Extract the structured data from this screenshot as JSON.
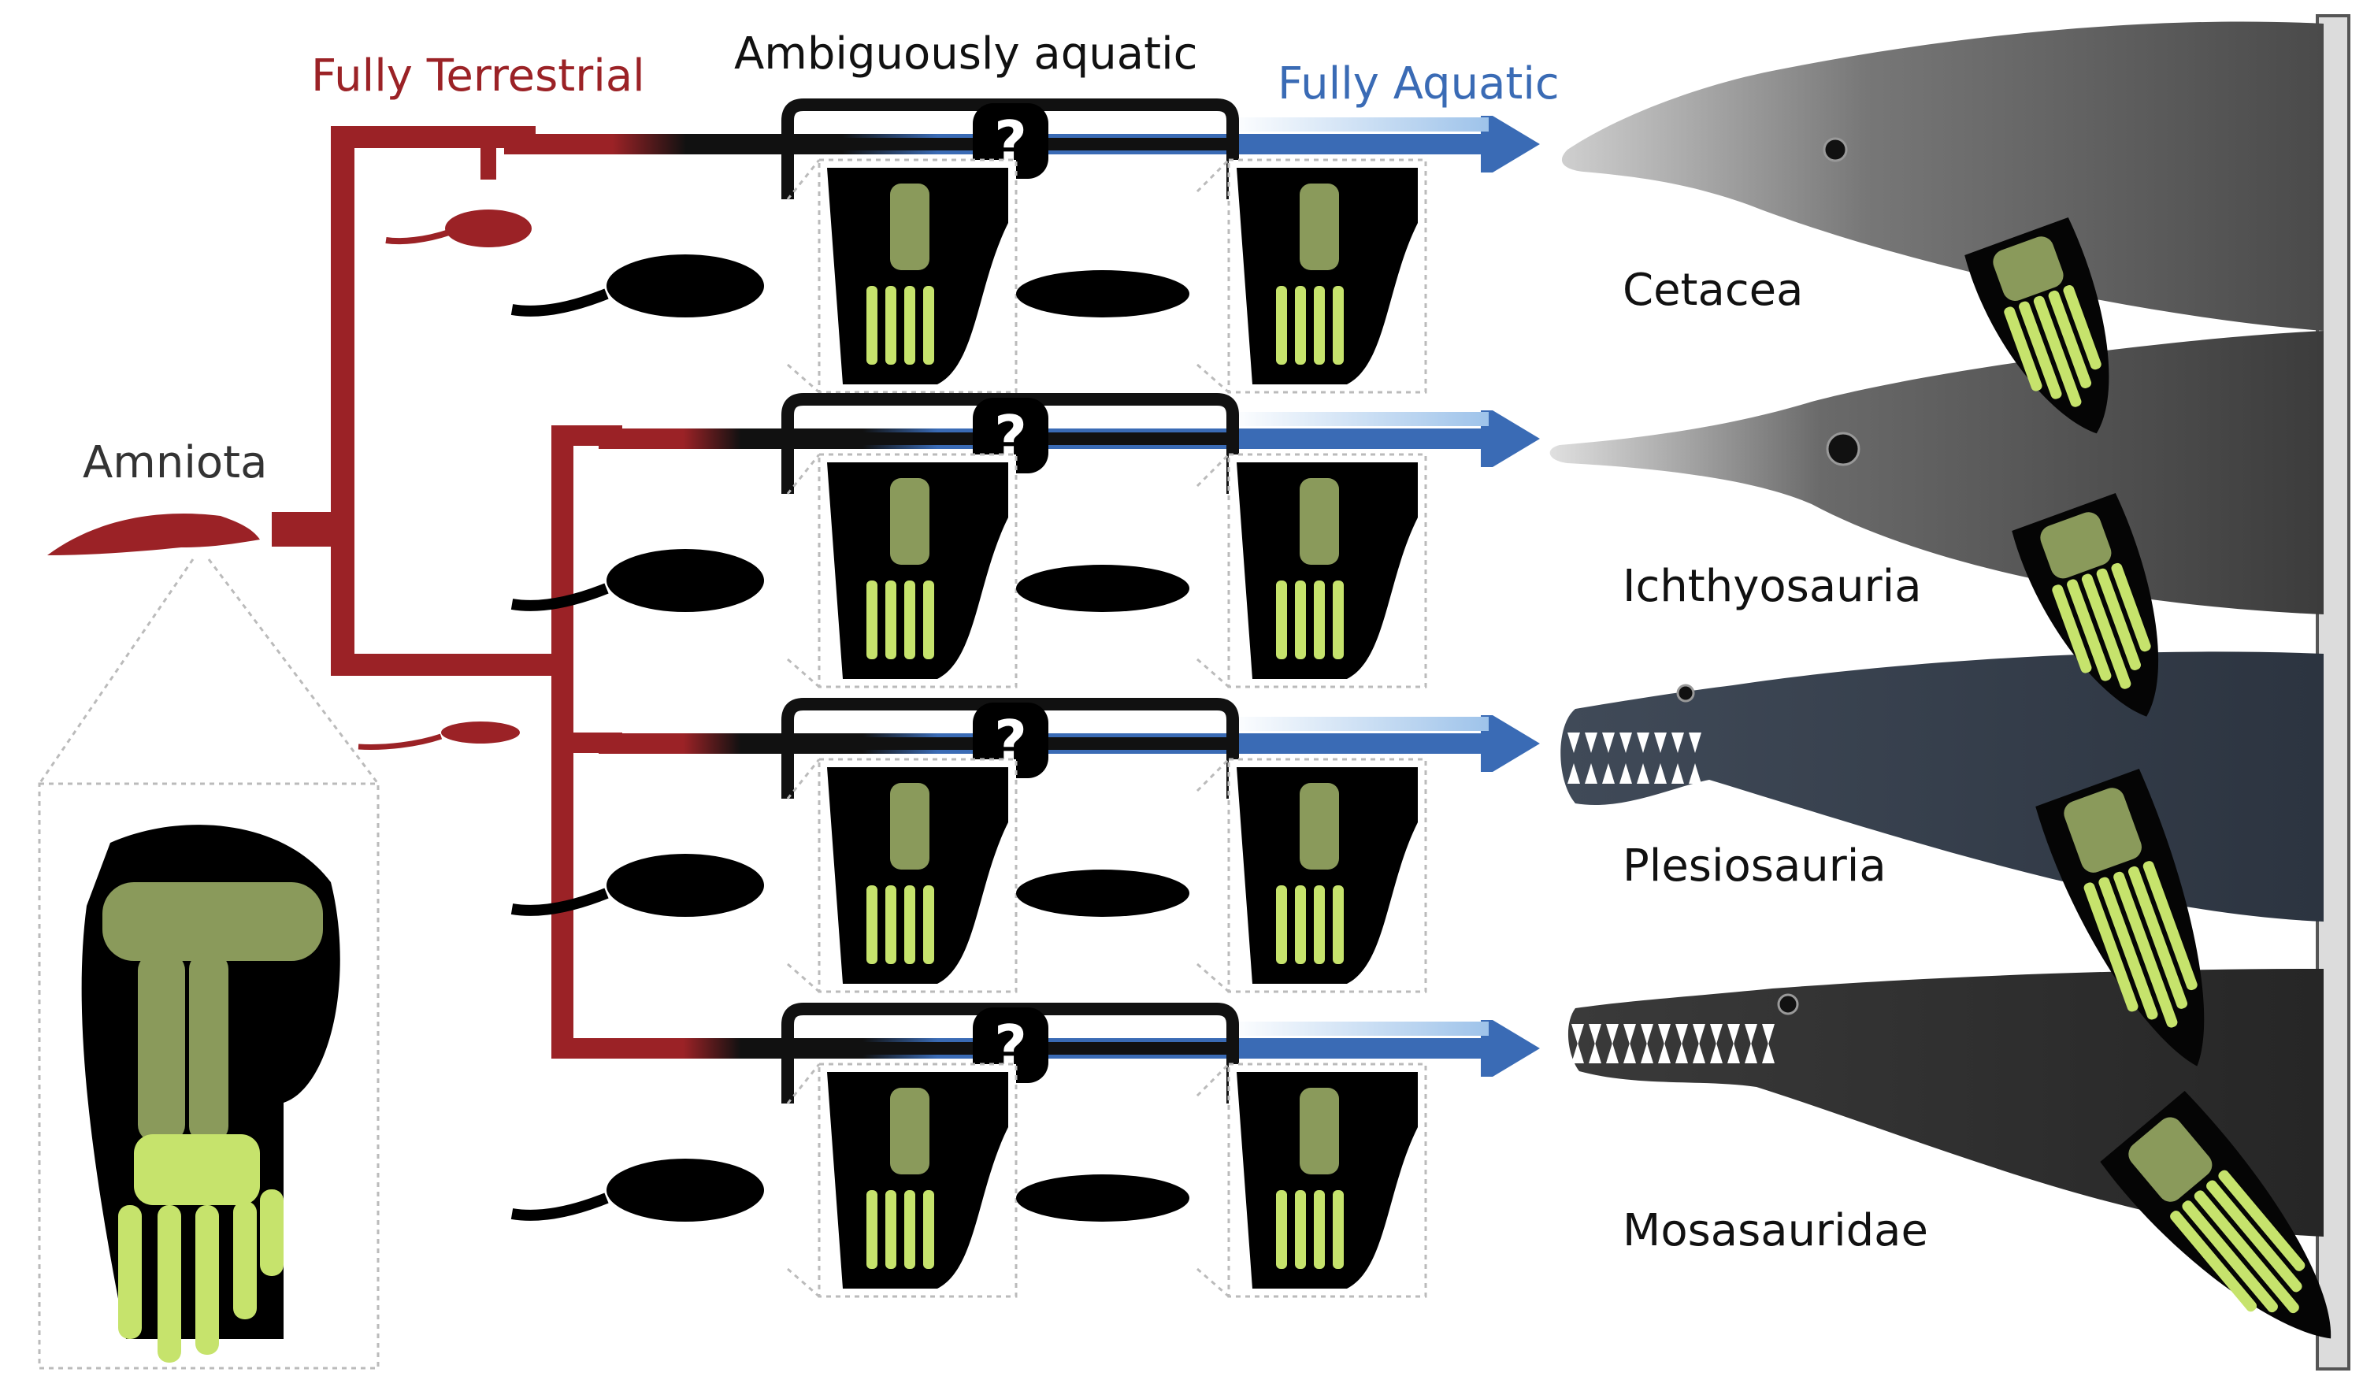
{
  "headers": {
    "terrestrial": "Fully Terrestrial",
    "ambiguous": "Ambiguously aquatic",
    "aquatic": "Fully Aquatic"
  },
  "root_label": "Amniota",
  "question_mark": "?",
  "clades": [
    {
      "name": "Cetacea"
    },
    {
      "name": "Ichthyosauria"
    },
    {
      "name": "Plesiosauria"
    },
    {
      "name": "Mosasauridae"
    }
  ],
  "colors": {
    "terrestrial": "#9b2226",
    "aquatic": "#3a6bb5",
    "bone_proximal": "#8a9a5b",
    "bone_distal": "#c6e36c",
    "silhouette": "#000000",
    "dolphin_body": "#4a4a4a",
    "ichthyosaur_body": "#3c3c3c",
    "plesiosaur_body": "#2c3440",
    "mosasaur_body": "#262626"
  }
}
